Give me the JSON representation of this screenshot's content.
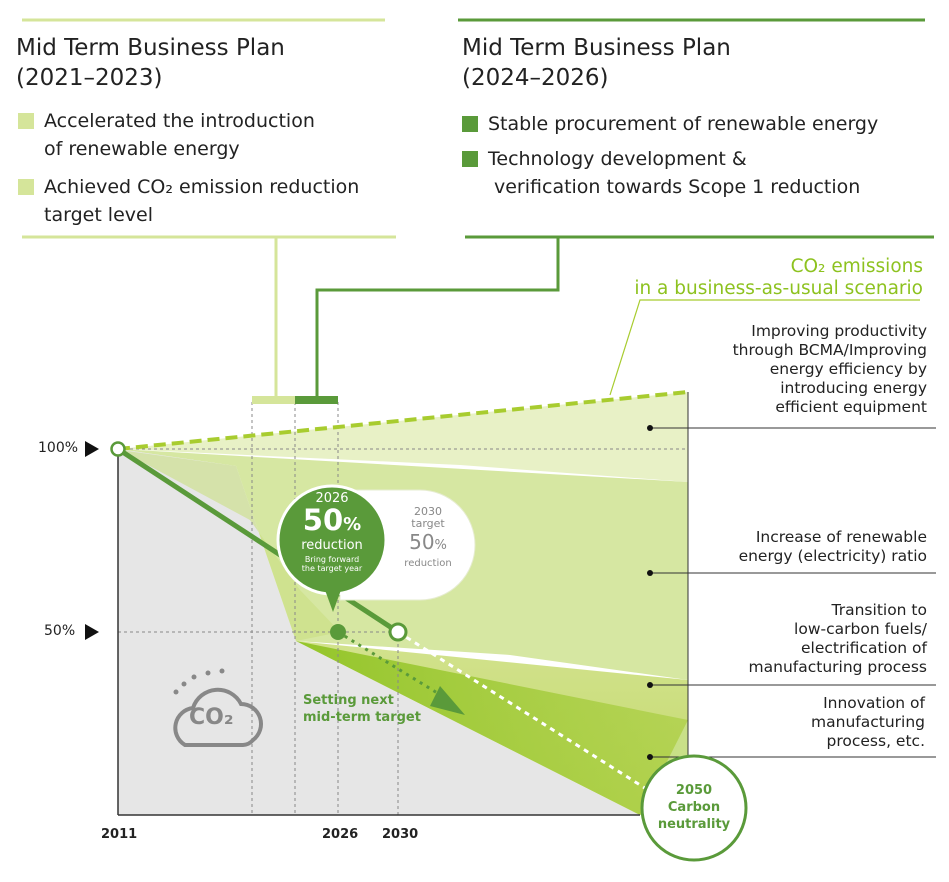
{
  "colors": {
    "light_green": "#d5e59a",
    "mid_green": "#b5d356",
    "dark_green": "#5a9a3a",
    "lime": "#8dc21f",
    "grey_area": "#e5e5e5",
    "bubble_green": "#5a9a3a"
  },
  "plan1": {
    "title_line1": "Mid Term Business Plan",
    "title_line2": "(2021–2023)",
    "bullets": [
      {
        "line1": "Accelerated the introduction",
        "line2": "of renewable energy"
      },
      {
        "line1": "Achieved CO₂ emission reduction",
        "line2": "target level"
      }
    ]
  },
  "plan2": {
    "title_line1": "Mid Term Business Plan",
    "title_line2": "(2024–2026)",
    "bullets": [
      {
        "line1": "Stable procurement of renewable energy",
        "line2": ""
      },
      {
        "line1": "Technology development &",
        "line2": "verification towards Scope 1 reduction"
      }
    ]
  },
  "bau": {
    "line1": "CO₂ emissions",
    "line2": "in a business-as-usual scenario"
  },
  "measures": [
    {
      "lines": [
        "Improving productivity",
        "through BCMA/Improving",
        "energy efficiency by",
        "introducing energy",
        "efficient equipment"
      ]
    },
    {
      "lines": [
        "Increase of renewable",
        "energy (electricity) ratio"
      ]
    },
    {
      "lines": [
        "Transition to",
        "low-carbon fuels/",
        "electrification of",
        "manufacturing process"
      ]
    },
    {
      "lines": [
        "Innovation of",
        "manufacturing",
        "process, etc."
      ]
    }
  ],
  "axis": {
    "y100": "100%",
    "y50": "50%",
    "x2011": "2011",
    "x2026": "2026",
    "x2030": "2030"
  },
  "bubble2026": {
    "year": "2026",
    "big": "50",
    "pct": "%",
    "reduction": "reduction",
    "note1": "Bring forward",
    "note2": "the target year"
  },
  "bubble2030": {
    "year": "2030",
    "target": "target",
    "big": "50",
    "pct": "%",
    "reduction": "reduction"
  },
  "next_target": {
    "line1": "Setting next",
    "line2": "mid-term target"
  },
  "co2_icon_label": "CO₂",
  "neutral": {
    "year": "2050",
    "line1": "Carbon",
    "line2": "neutrality"
  }
}
